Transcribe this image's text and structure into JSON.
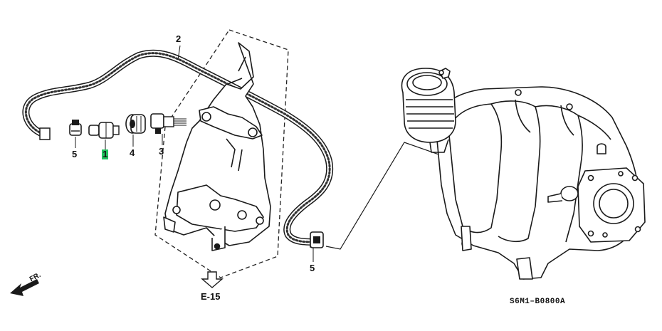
{
  "diagram": {
    "callouts": [
      {
        "id": "2",
        "text": "2",
        "part": "breather-hose",
        "highlighted": false
      },
      {
        "id": "5a",
        "text": "5",
        "part": "hose-clip-left",
        "highlighted": false
      },
      {
        "id": "1",
        "text": "1",
        "part": "pcv-valve",
        "highlighted": true
      },
      {
        "id": "4",
        "text": "4",
        "part": "pcv-grommet",
        "highlighted": false
      },
      {
        "id": "3",
        "text": "3",
        "part": "pcv-joint",
        "highlighted": false
      },
      {
        "id": "5b",
        "text": "5",
        "part": "hose-clip-lower",
        "highlighted": false
      }
    ],
    "reference": "E-15",
    "direction": "FR.",
    "diagram_code": "S6M1–B0800A",
    "highlight_color": "#22c55e",
    "line_color": "#1a1a1a"
  }
}
